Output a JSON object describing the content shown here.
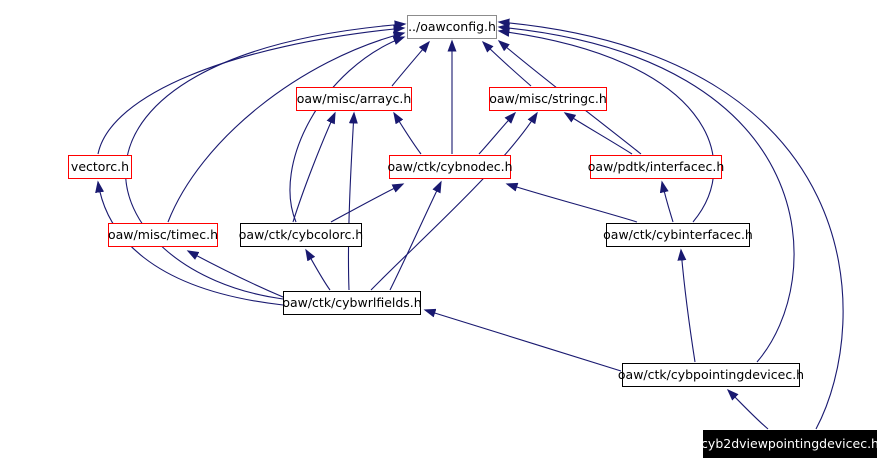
{
  "diagram": {
    "title": "include dependency graph",
    "background_color": "#ffffff",
    "edge_color": "#191970",
    "nodes": [
      {
        "id": "oawconfig",
        "label": "../oawconfig.h",
        "border_color": "#8c8c8c",
        "fill_color": "#ffffff",
        "text_color": "#000000"
      },
      {
        "id": "arrayc",
        "label": "oaw/misc/arrayc.h",
        "border_color": "#ff0000",
        "fill_color": "#ffffff",
        "text_color": "#000000"
      },
      {
        "id": "stringc",
        "label": "oaw/misc/stringc.h",
        "border_color": "#ff0000",
        "fill_color": "#ffffff",
        "text_color": "#000000"
      },
      {
        "id": "vectorc",
        "label": "vectorc.h",
        "border_color": "#ff0000",
        "fill_color": "#ffffff",
        "text_color": "#000000"
      },
      {
        "id": "cybnodec",
        "label": "oaw/ctk/cybnodec.h",
        "border_color": "#ff0000",
        "fill_color": "#ffffff",
        "text_color": "#000000"
      },
      {
        "id": "interfacec",
        "label": "oaw/pdtk/interfacec.h",
        "border_color": "#ff0000",
        "fill_color": "#ffffff",
        "text_color": "#000000"
      },
      {
        "id": "timec",
        "label": "oaw/misc/timec.h",
        "border_color": "#ff0000",
        "fill_color": "#ffffff",
        "text_color": "#000000"
      },
      {
        "id": "cybcolorc",
        "label": "oaw/ctk/cybcolorc.h",
        "border_color": "#000000",
        "fill_color": "#ffffff",
        "text_color": "#000000"
      },
      {
        "id": "cybinterfacec",
        "label": "oaw/ctk/cybinterfacec.h",
        "border_color": "#000000",
        "fill_color": "#ffffff",
        "text_color": "#000000"
      },
      {
        "id": "cybwrlfields",
        "label": "oaw/ctk/cybwrlfields.h",
        "border_color": "#000000",
        "fill_color": "#ffffff",
        "text_color": "#000000"
      },
      {
        "id": "cybpointingdevicec",
        "label": "oaw/ctk/cybpointingdevicec.h",
        "border_color": "#000000",
        "fill_color": "#ffffff",
        "text_color": "#000000"
      },
      {
        "id": "cyb2dviewpointingdevicec",
        "label": "cyb2dviewpointingdevicec.h",
        "border_color": "#000000",
        "fill_color": "#000000",
        "text_color": "#ffffff"
      }
    ],
    "edges": [
      {
        "from": "arrayc",
        "to": "oawconfig"
      },
      {
        "from": "stringc",
        "to": "oawconfig"
      },
      {
        "from": "vectorc",
        "to": "oawconfig"
      },
      {
        "from": "timec",
        "to": "oawconfig"
      },
      {
        "from": "cybcolorc",
        "to": "oawconfig"
      },
      {
        "from": "cybnodec",
        "to": "oawconfig"
      },
      {
        "from": "interfacec",
        "to": "oawconfig"
      },
      {
        "from": "cybinterfacec",
        "to": "oawconfig"
      },
      {
        "from": "cybwrlfields",
        "to": "oawconfig"
      },
      {
        "from": "cybpointingdevicec",
        "to": "oawconfig"
      },
      {
        "from": "cyb2dviewpointingdevicec",
        "to": "oawconfig"
      },
      {
        "from": "cybnodec",
        "to": "arrayc"
      },
      {
        "from": "cybcolorc",
        "to": "arrayc"
      },
      {
        "from": "cybwrlfields",
        "to": "arrayc"
      },
      {
        "from": "cybnodec",
        "to": "stringc"
      },
      {
        "from": "interfacec",
        "to": "stringc"
      },
      {
        "from": "cybwrlfields",
        "to": "stringc"
      },
      {
        "from": "cybcolorc",
        "to": "cybnodec"
      },
      {
        "from": "cybwrlfields",
        "to": "cybnodec"
      },
      {
        "from": "cybinterfacec",
        "to": "cybnodec"
      },
      {
        "from": "cybinterfacec",
        "to": "interfacec"
      },
      {
        "from": "cybwrlfields",
        "to": "vectorc"
      },
      {
        "from": "cybwrlfields",
        "to": "timec"
      },
      {
        "from": "cybwrlfields",
        "to": "cybcolorc"
      },
      {
        "from": "cybpointingdevicec",
        "to": "cybwrlfields"
      },
      {
        "from": "cybpointingdevicec",
        "to": "cybinterfacec"
      },
      {
        "from": "cyb2dviewpointingdevicec",
        "to": "cybpointingdevicec"
      }
    ]
  }
}
